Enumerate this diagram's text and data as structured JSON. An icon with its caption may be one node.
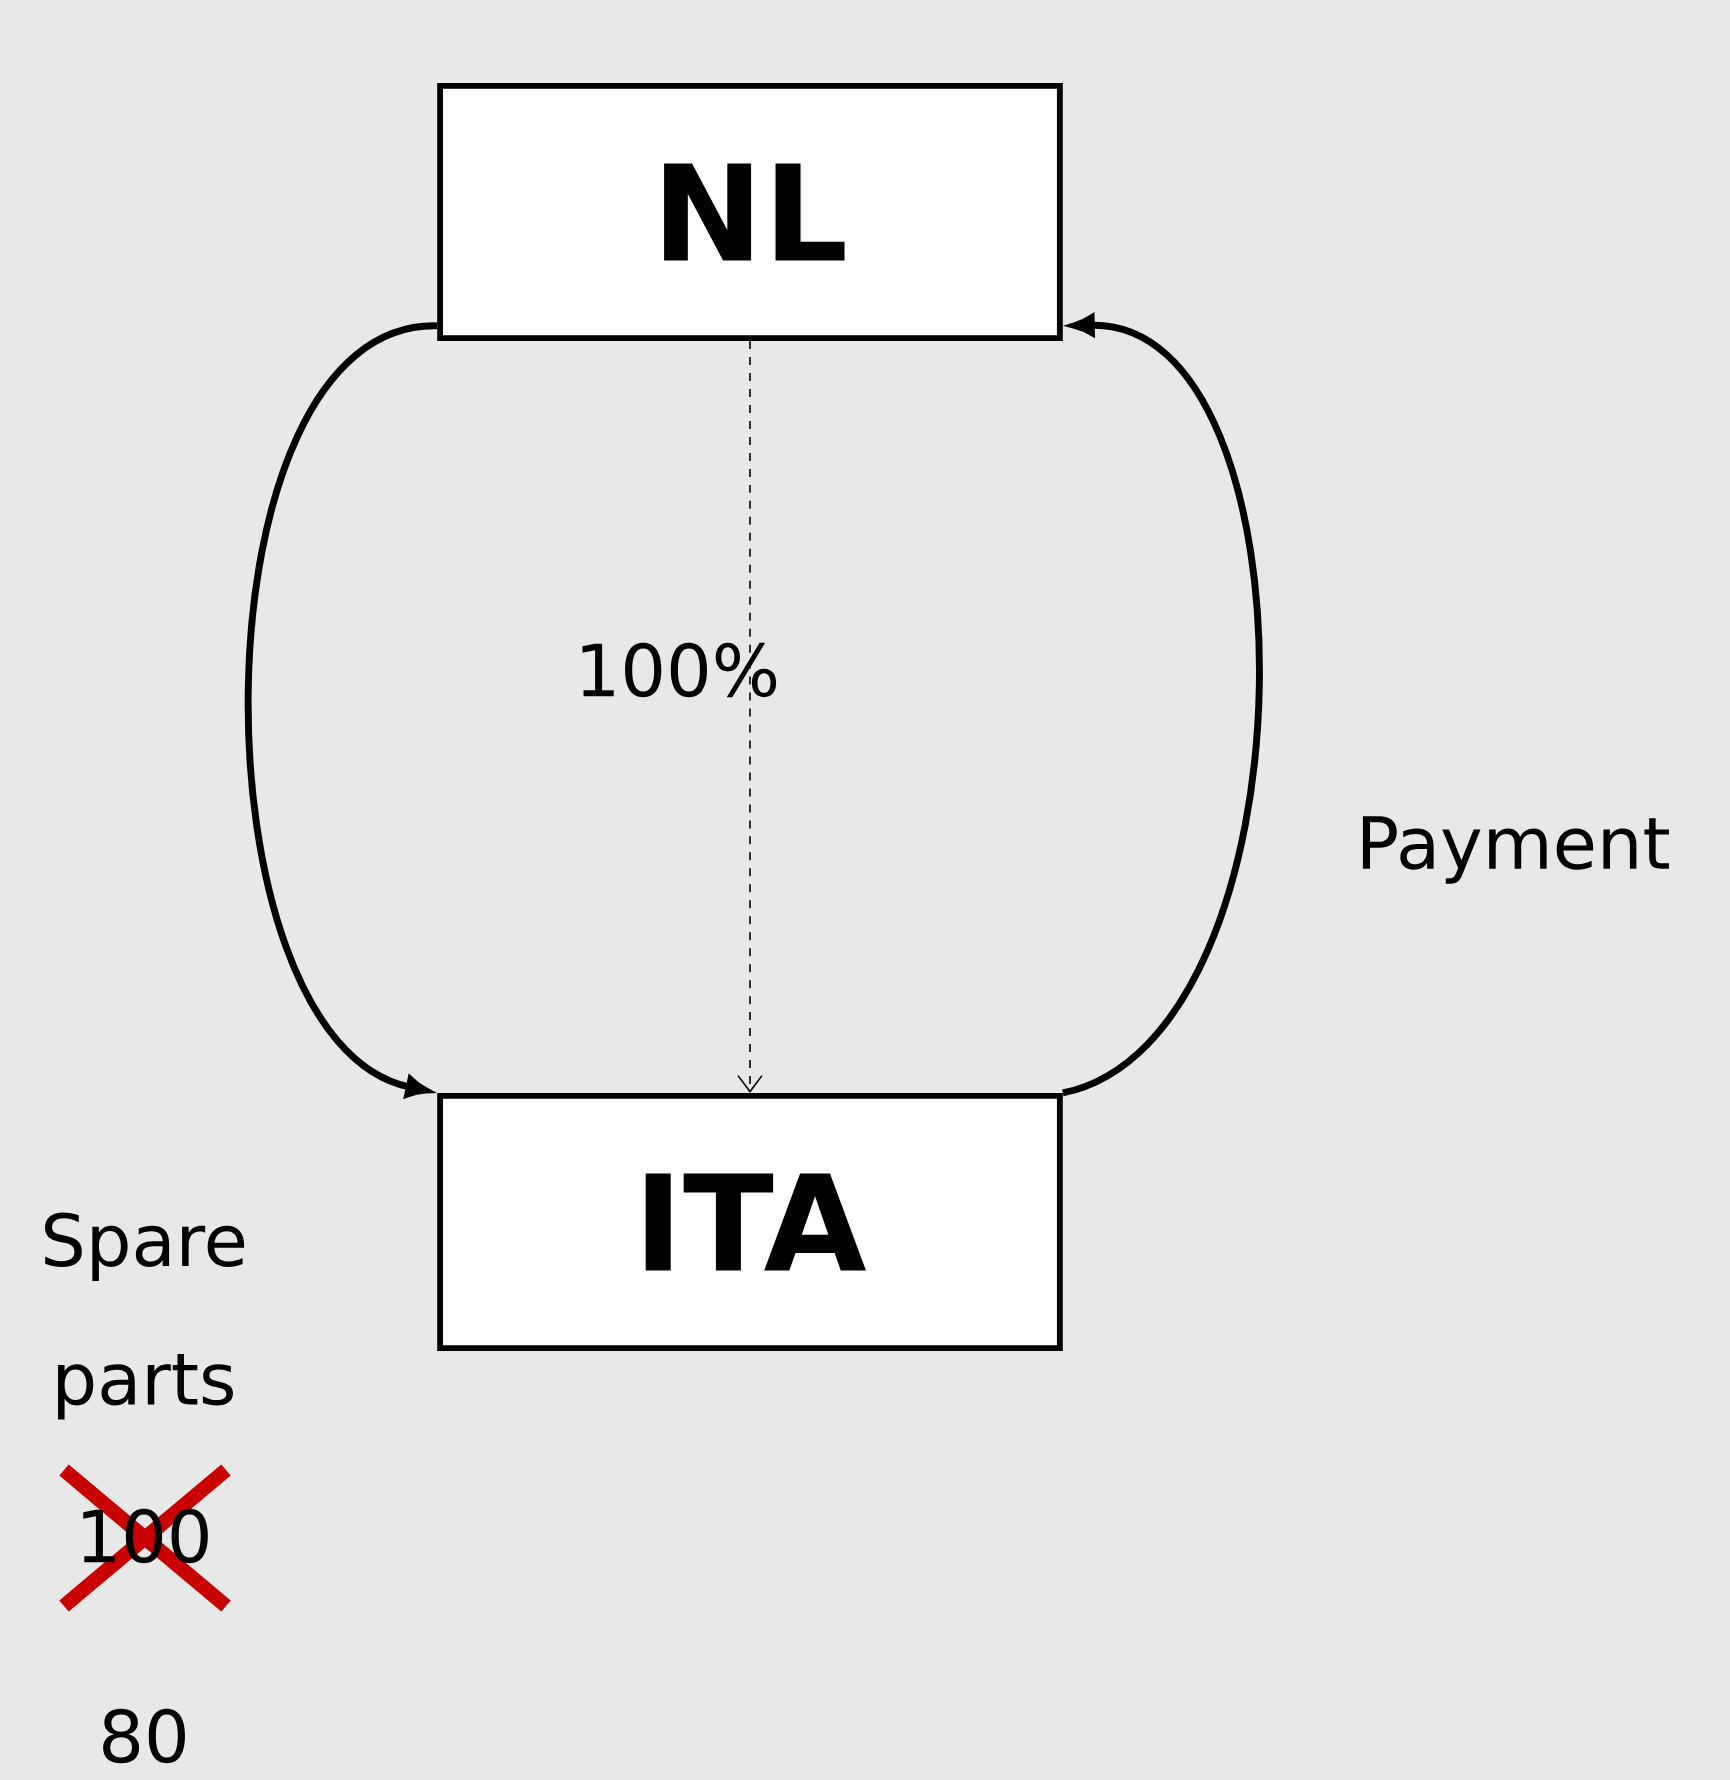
{
  "diagram": {
    "nodes": [
      {
        "text": [
          "NL"
        ]
      },
      {
        "text": [
          "ITA"
        ]
      }
    ],
    "edges": [
      {
        "from": 0,
        "to": 1,
        "arrow": "to"
      },
      {
        "from": 0,
        "to": 1,
        "arrow": "to",
        "style": "dashed",
        "label": "100%"
      },
      {
        "from": 1,
        "to": 0,
        "arrow": "to",
        "label": "Payment"
      }
    ],
    "labels": [
      "Spare parts",
      "100",
      "80"
    ]
  }
}
